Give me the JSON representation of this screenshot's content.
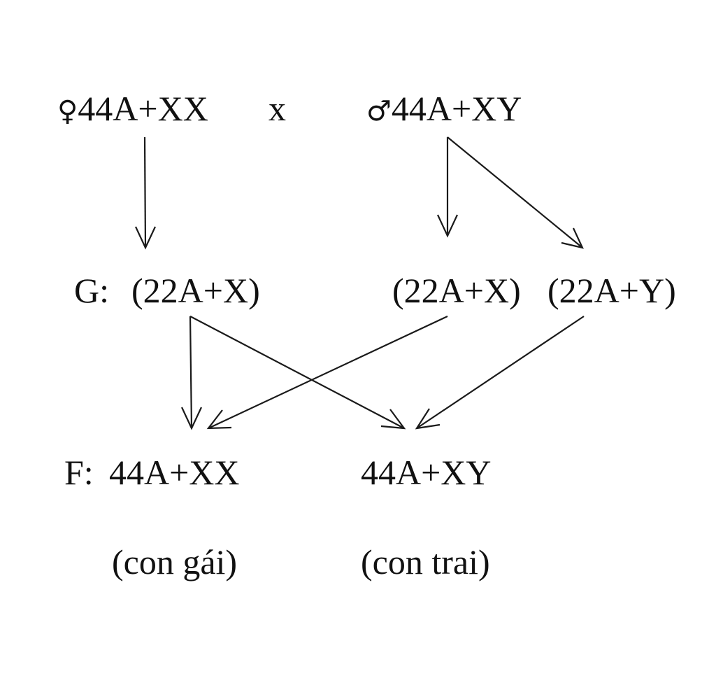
{
  "parents": {
    "female_symbol": "♀",
    "female_genotype": "44A+XX",
    "cross": "x",
    "male_symbol": "♂",
    "male_genotype": "44A+XY"
  },
  "gametes": {
    "label": "G:",
    "female_gamete": "(22A+X)",
    "male_gamete_x": "(22A+X)",
    "male_gamete_y": "(22A+Y)"
  },
  "offspring": {
    "label": "F:",
    "daughter_genotype": "44A+XX",
    "son_genotype": "44A+XY",
    "daughter_caption": "(con gái)",
    "son_caption": "(con trai)"
  }
}
